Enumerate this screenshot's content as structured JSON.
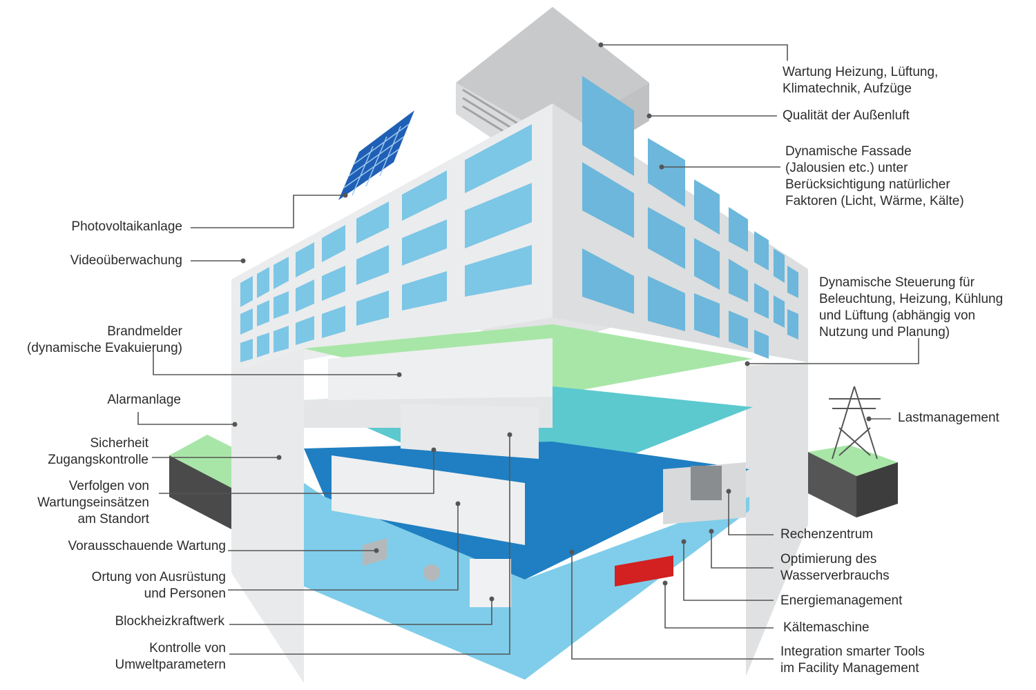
{
  "labels": {
    "left": {
      "photovoltaik": [
        "Photovoltaikanlage"
      ],
      "video": [
        "Videoüberwachung"
      ],
      "brandmelder": [
        "Brandmelder",
        "(dynamische Evakuierung)"
      ],
      "alarm": [
        "Alarmanlage"
      ],
      "zugang": [
        "Sicherheit",
        "Zugangskontrolle"
      ],
      "wartungseinsaetze": [
        "Verfolgen von",
        "Wartungseinsätzen",
        "am Standort"
      ],
      "vorausschauend": [
        "Vorausschauende Wartung"
      ],
      "ortung": [
        "Ortung von Ausrüstung",
        "und Personen"
      ],
      "bhkw": [
        "Blockheizkraftwerk"
      ],
      "umwelt": [
        "Kontrolle von",
        "Umweltparametern"
      ]
    },
    "right": {
      "wartung_hlk": [
        "Wartung Heizung, Lüftung,",
        "Klimatechnik, Aufzüge"
      ],
      "aussenluft": [
        "Qualität der Außenluft"
      ],
      "fassade": [
        "Dynamische Fassade",
        "(Jalousien etc.) unter",
        "Berücksichtigung natürlicher",
        "Faktoren (Licht, Wärme, Kälte)"
      ],
      "steuerung": [
        "Dynamische Steuerung für",
        "Beleuchtung, Heizung, Kühlung",
        "und Lüftung (abhängig von",
        "Nutzung und Planung)"
      ],
      "last": [
        "Lastmanagement"
      ],
      "rechenzentrum": [
        "Rechenzentrum"
      ],
      "wasser": [
        "Optimierung des",
        "Wasserverbrauchs"
      ],
      "energie": [
        "Energiemanagement"
      ],
      "kaelte": [
        "Kältemaschine"
      ],
      "smart_tools": [
        "Integration smarter Tools",
        "im Facility Management"
      ]
    }
  },
  "colors": {
    "text": "#2b2b2b",
    "leader": "#555555",
    "window": "#7cc6e6",
    "window_dark": "#5fb0d6",
    "wall": "#e9eaeb",
    "wall_shade": "#d6d8da",
    "green": "#a8e6a8",
    "teal": "#5cc9cf",
    "blue": "#1f7fc2",
    "lightblue": "#7fcdea",
    "dark": "#4a4a4a",
    "red": "#d32020"
  }
}
